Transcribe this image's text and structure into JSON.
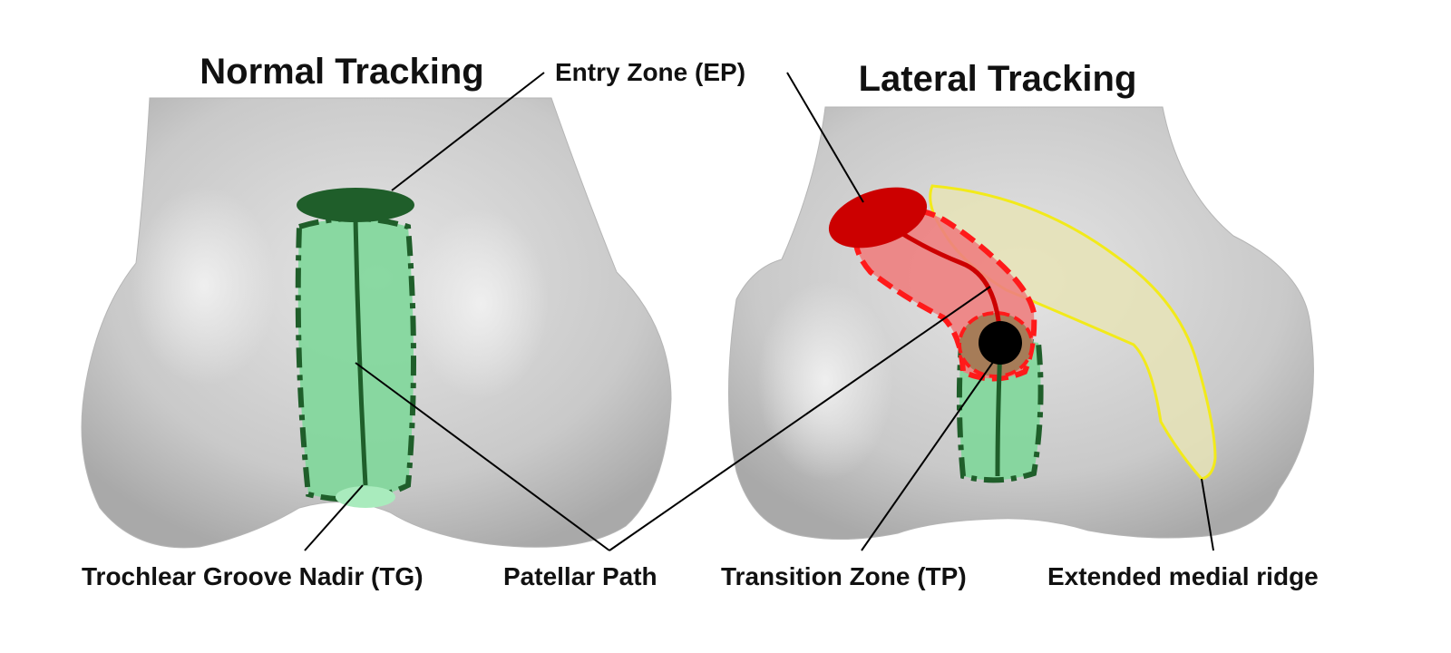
{
  "panels": {
    "left": {
      "title": "Normal Tracking"
    },
    "right": {
      "title": "Lateral Tracking"
    }
  },
  "labels": {
    "entry_zone": "Entry Zone (EP)",
    "trochlear_groove": "Trochlear Groove Nadir (TG)",
    "patellar_path": "Patellar Path",
    "transition_zone": "Transition Zone (TP)",
    "medial_ridge": "Extended medial ridge"
  },
  "colors": {
    "bone": "#cfcfcf",
    "normal_path_fill": "#7fd79a",
    "normal_path_dark": "#1f5e2a",
    "lateral_path_fill": "#ee8080",
    "lateral_path_dark": "#cc0000",
    "transition_fill": "#a67c58",
    "medial_ridge_fill": "#e6e3b6",
    "medial_ridge_outline": "#f2ea1a",
    "leader_line": "#000000"
  }
}
